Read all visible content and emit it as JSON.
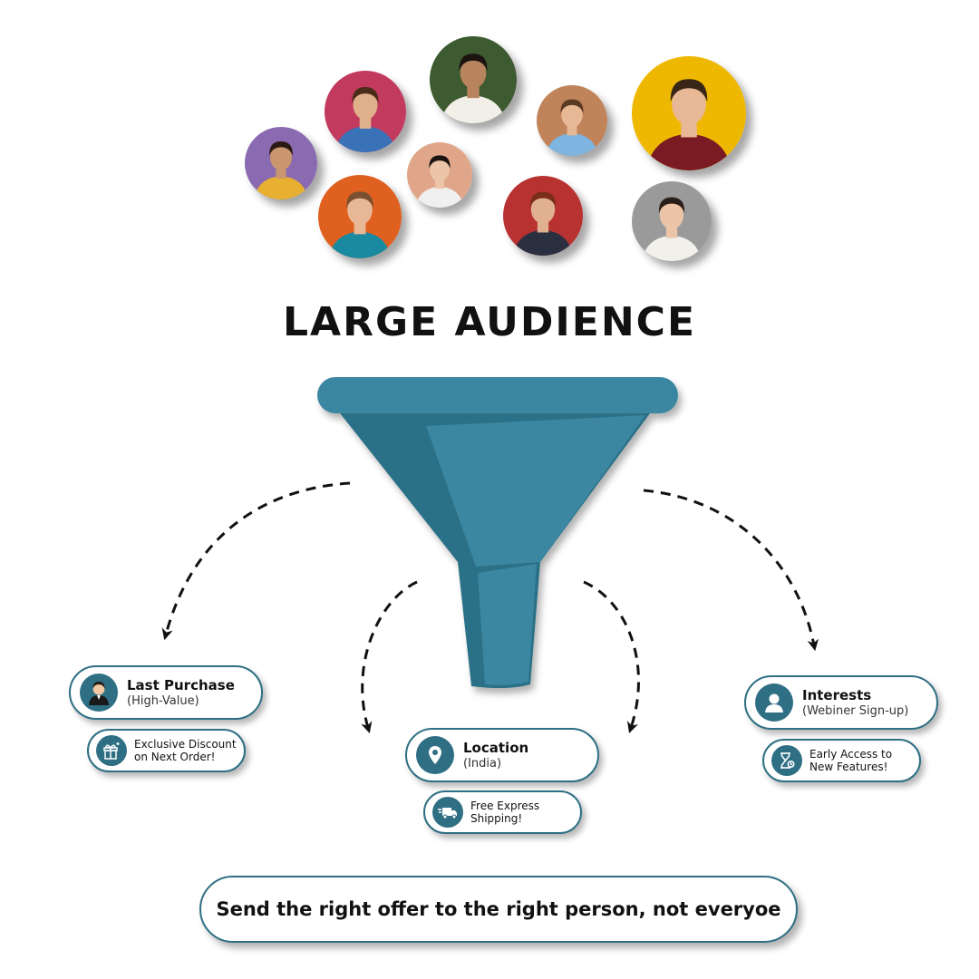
{
  "title": "LARGE AUDIENCE",
  "colors": {
    "funnel_dark": "#2b6f86",
    "funnel_light": "#3a86a0",
    "accent": "#2e6f84"
  },
  "audience": [
    {
      "label": "avatar-woman-purple",
      "bg": "#8a6ab0",
      "shirt": "#e8b030",
      "skin": "#c99670",
      "hair": "#2a1a12"
    },
    {
      "label": "avatar-man-pink",
      "bg": "#c23a5e",
      "shirt": "#3a72b8",
      "skin": "#e0b08a",
      "hair": "#4a2c18"
    },
    {
      "label": "avatar-man-green",
      "bg": "#3d5a30",
      "shirt": "#f2efe8",
      "skin": "#b8845e",
      "hair": "#1c1410"
    },
    {
      "label": "avatar-man-tan",
      "bg": "#c0835a",
      "shirt": "#7db4e0",
      "skin": "#e6b896",
      "hair": "#5a3a22"
    },
    {
      "label": "avatar-man-yellow",
      "bg": "#efb800",
      "shirt": "#7a1a22",
      "skin": "#e8b896",
      "hair": "#3a2616"
    },
    {
      "label": "avatar-man-orange",
      "bg": "#e06020",
      "shirt": "#1a8aa0",
      "skin": "#e8b896",
      "hair": "#7a5030"
    },
    {
      "label": "avatar-woman-peach",
      "bg": "#e0a68a",
      "shirt": "#f0f0f0",
      "skin": "#ecc4a8",
      "hair": "#1a1210"
    },
    {
      "label": "avatar-woman-red",
      "bg": "#b83232",
      "shirt": "#2a3040",
      "skin": "#e0b090",
      "hair": "#7a2e1a"
    },
    {
      "label": "avatar-woman-gray",
      "bg": "#9a9a9a",
      "shirt": "#f2f0ea",
      "skin": "#ecc4a8",
      "hair": "#2a1e18"
    }
  ],
  "segments": {
    "last_purchase": {
      "title": "Last Purchase",
      "subtitle": "(High-Value)",
      "icon": "person-icon",
      "offer": {
        "line1": "Exclusive Discount",
        "line2": "on Next Order!",
        "icon": "gift-icon"
      }
    },
    "location": {
      "title": "Location",
      "subtitle": "(India)",
      "icon": "map-pin-icon",
      "offer": {
        "line1": "Free Express",
        "line2": "Shipping!",
        "icon": "delivery-truck-icon"
      }
    },
    "interests": {
      "title": "Interests",
      "subtitle": "(Webiner Sign-up)",
      "icon": "user-icon",
      "offer": {
        "line1": "Early Access to",
        "line2": "New Features!",
        "icon": "hourglass-icon"
      }
    }
  },
  "tagline": "Send the right offer to the right person, not everyoe"
}
